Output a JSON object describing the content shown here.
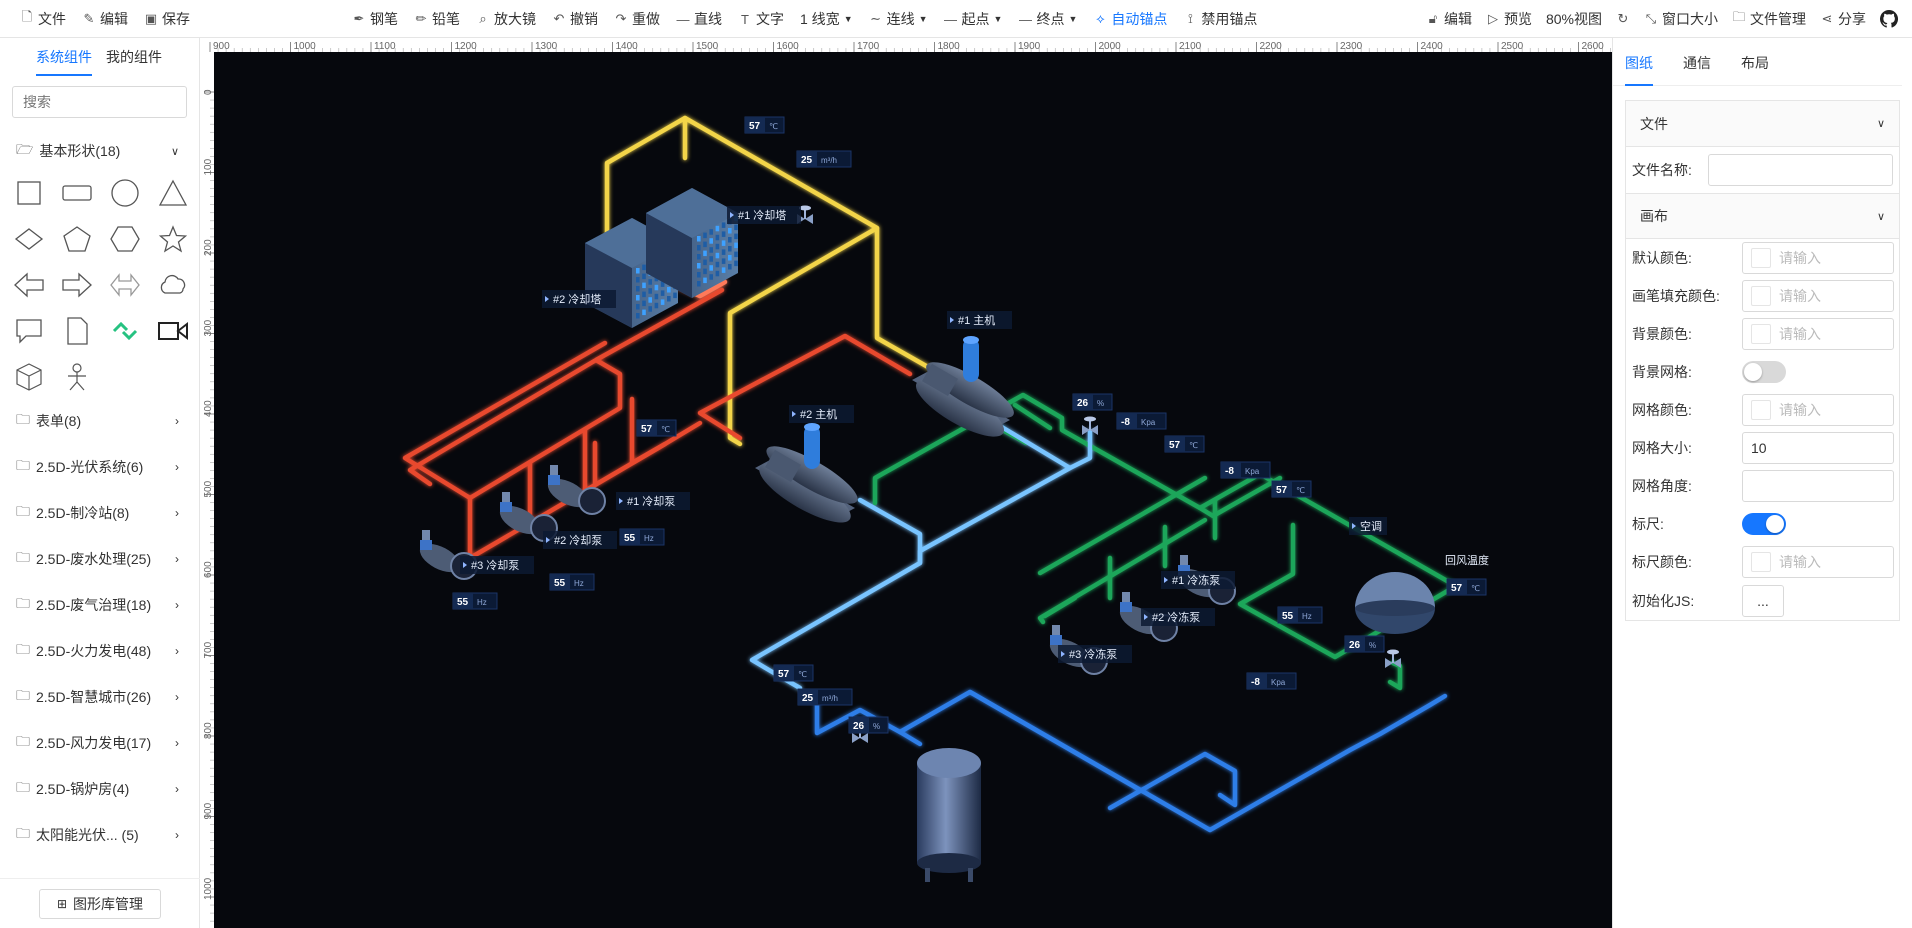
{
  "toolbar": {
    "file": "文件",
    "edit": "编辑",
    "save": "保存",
    "pen": "钢笔",
    "pencil": "铅笔",
    "magnifier": "放大镜",
    "undo": "撤销",
    "redo": "重做",
    "line": "直线",
    "text": "文字",
    "line_width": "1 线宽",
    "connect": "连线",
    "start": "起点",
    "end": "终点",
    "auto_anchor": "自动锚点",
    "disable_anchor": "禁用锚点",
    "lock_edit": "编辑",
    "preview": "预览",
    "zoom": "80%视图",
    "window_size": "窗口大小",
    "file_manage": "文件管理",
    "share": "分享"
  },
  "left": {
    "tabs": [
      "系统组件",
      "我的组件"
    ],
    "search_placeholder": "搜索",
    "basic_group": "基本形状(18)",
    "groups": [
      "表单(8)",
      "2.5D-光伏系统(6)",
      "2.5D-制冷站(8)",
      "2.5D-废水处理(25)",
      "2.5D-废气治理(18)",
      "2.5D-火力发电(48)",
      "2.5D-智慧城市(26)",
      "2.5D-风力发电(17)",
      "2.5D-锅炉房(4)",
      "太阳能光伏...   (5)"
    ],
    "library_button": "图形库管理"
  },
  "ruler": {
    "x_ticks": [
      "900",
      "1000",
      "1100",
      "1200",
      "1300",
      "1400",
      "1500",
      "1600",
      "1700",
      "1800",
      "1900",
      "2000",
      "2100",
      "2200",
      "2300",
      "2400",
      "2500",
      "2600"
    ],
    "y_ticks": [
      "0",
      "100",
      "200",
      "300",
      "400",
      "500",
      "600",
      "700",
      "800",
      "900",
      "1000"
    ]
  },
  "diagram": {
    "labels": {
      "tower1": "#1 冷却塔",
      "tower2": "#2 冷却塔",
      "chiller1": "#1 主机",
      "chiller2": "#2 主机",
      "cpump1": "#1 冷却泵",
      "cpump2": "#2 冷却泵",
      "cpump3": "#3 冷却泵",
      "fpump1": "#1 冷冻泵",
      "fpump2": "#2 冷冻泵",
      "fpump3": "#3 冷冻泵",
      "ac": "空调",
      "return_temp": "回风温度"
    },
    "readouts": [
      {
        "v": "57",
        "u": "℃"
      },
      {
        "v": "25",
        "u": "m³/h"
      },
      {
        "v": "57",
        "u": "℃"
      },
      {
        "v": "55",
        "u": "Hz"
      },
      {
        "v": "55",
        "u": "Hz"
      },
      {
        "v": "55",
        "u": "Hz"
      },
      {
        "v": "26",
        "u": "%"
      },
      {
        "v": "-8",
        "u": "Kpa"
      },
      {
        "v": "57",
        "u": "℃"
      },
      {
        "v": "-8",
        "u": "Kpa"
      },
      {
        "v": "57",
        "u": "℃"
      },
      {
        "v": "57",
        "u": "℃"
      },
      {
        "v": "55",
        "u": "Hz"
      },
      {
        "v": "26",
        "u": "%"
      },
      {
        "v": "-8",
        "u": "Kpa"
      },
      {
        "v": "57",
        "u": "℃"
      },
      {
        "v": "25",
        "u": "m³/h"
      },
      {
        "v": "26",
        "u": "%"
      }
    ]
  },
  "right": {
    "tabs": [
      "图纸",
      "通信",
      "布局"
    ],
    "file_panel": "文件",
    "file_name_label": "文件名称:",
    "canvas_panel": "画布",
    "rows": {
      "default_color": "默认颜色:",
      "fill_color": "画笔填充颜色:",
      "bg_color": "背景颜色:",
      "bg_grid": "背景网格:",
      "grid_color": "网格颜色:",
      "grid_size": "网格大小:",
      "grid_angle": "网格角度:",
      "ruler": "标尺:",
      "ruler_color": "标尺颜色:",
      "init_js": "初始化JS:"
    },
    "placeholder": "请输入",
    "grid_size_value": "10",
    "dots": "...",
    "bg_grid_on": false,
    "ruler_on": true,
    "accent": "#1677ff"
  }
}
